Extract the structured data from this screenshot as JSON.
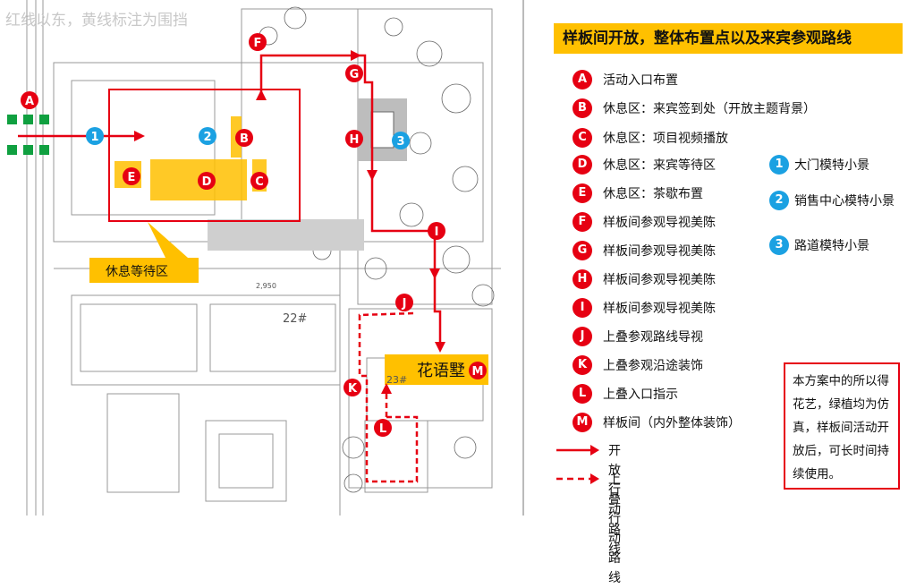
{
  "plan": {
    "top_text": "红线以东，黄线标注为围挡",
    "rest_area_label": "休息等待区",
    "villa_label": "花语墅",
    "building_number": "22#",
    "building_number_2": "23#",
    "dimension_text": "2,950"
  },
  "panel": {
    "title": "样板间开放，整体布置点以及来宾参观路线",
    "red_items": [
      {
        "key": "A",
        "text": "活动入口布置"
      },
      {
        "key": "B",
        "text": "休息区：来宾签到处（开放主题背景）"
      },
      {
        "key": "C",
        "text": "休息区：项目视频播放"
      },
      {
        "key": "D",
        "text": "休息区：来宾等待区"
      },
      {
        "key": "E",
        "text": "休息区：茶歇布置"
      },
      {
        "key": "F",
        "text": "样板间参观导视美陈"
      },
      {
        "key": "G",
        "text": "样板间参观导视美陈"
      },
      {
        "key": "H",
        "text": "样板间参观导视美陈"
      },
      {
        "key": "I",
        "text": "样板间参观导视美陈"
      },
      {
        "key": "J",
        "text": "上叠参观路线导视"
      },
      {
        "key": "K",
        "text": "上叠参观沿途装饰"
      },
      {
        "key": "L",
        "text": "上叠入口指示"
      },
      {
        "key": "M",
        "text": "样板间（内外整体装饰）"
      }
    ],
    "blue_items": [
      {
        "key": "1",
        "text": "大门模特小景"
      },
      {
        "key": "2",
        "text": "销售中心模特小景"
      },
      {
        "key": "3",
        "text": "路道模特小景"
      }
    ],
    "line_legend": [
      {
        "text": "开放行动路线"
      },
      {
        "text": "上叠行动路线"
      }
    ],
    "note": "本方案中的所以得花艺，绿植均为仿真，样板间活动开放后，可长时间持续使用。"
  },
  "colors": {
    "red": "#e60012",
    "blue": "#1ba1e2",
    "yellow": "#ffc000",
    "gate_green": "#10a040"
  }
}
